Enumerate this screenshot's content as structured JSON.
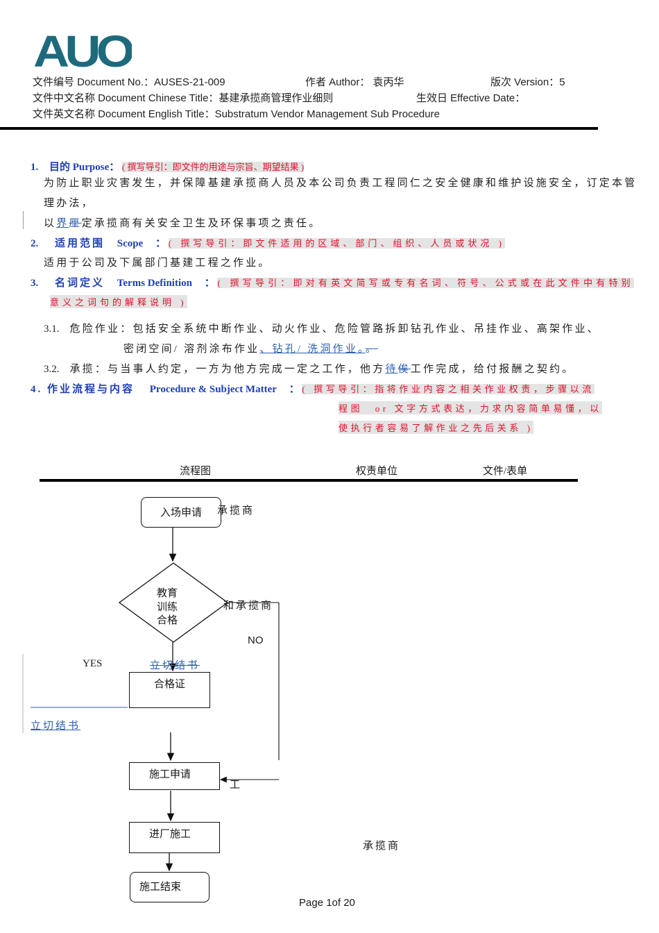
{
  "header": {
    "logo_text": "AUO",
    "doc_no": "文件编号 Document No.：AUSES-21-009",
    "author": "作者 Author： 袁丙华",
    "version": "版次 Version：5",
    "cn_title": "文件中文名称 Document Chinese Title：基建承揽商管理作业细则",
    "effective_date": "生效日 Effective Date：",
    "en_title": "文件英文名称 Document English Title：Substratum Vendor Management Sub Procedure"
  },
  "section1": {
    "num": "1.",
    "title": "目的 Purpose：",
    "hint": "( 撰写导引：即文件的用途与宗旨、期望结果 )",
    "line1": "为防止职业灾害发生，并保障基建承揽商人员及本公司负责工程同仁之安全健康和维护设施安全，订定本管",
    "line2": "理办法，",
    "line3_pre": "以",
    "line3_ins": "界",
    "line3_del": "厘",
    "line3_post": "定承揽商有关安全卫生及环保事项之责任。"
  },
  "section2": {
    "num": "2.",
    "title": "适用范围",
    "title_en": "Scope",
    "colon": "：",
    "hint": "( 撰写导引：即文件适用的区域、部门、组织、人员或状况 )",
    "body": "适用于公司及下属部门基建工程之作业。"
  },
  "section3": {
    "num": "3.",
    "title": "名词定义",
    "title_en": "Terms Definition",
    "colon": "：",
    "hint1": "( 撰写导引：即对有英文简写或专有名词、符号、公式或在此文件中有特别",
    "hint2": "意义之词句的解释说明 )",
    "d31_label": "3.1.",
    "d31_text": "危险作业：包括安全系统中断作业、动火作业、危险管路拆卸钻孔作业、吊挂作业、高架作业、",
    "d31_cont": "密闭空间/ 溶剂涂布作业",
    "d31_ins": "、钻孔/ 洗洞作业。",
    "d31_del": "。",
    "d32_label": "3.2.",
    "d32_pre": "承揽：与当事人约定，一方为他方完成一定之工作，他方",
    "d32_ins": "待",
    "d32_del": "俟",
    "d32_post": "工作完成，给付报酬之契约。"
  },
  "section4": {
    "title": "4. 作业流程与内容",
    "title_en": "Procedure & Subject Matter",
    "colon": "：",
    "hint1": "( 撰写导引：指将作业内容之相关作业权责，步骤以流",
    "hint2": "程图　or 文字方式表达，力求内容简单易懂，以",
    "hint3": "使执行者容易了解作业之先后关系 )"
  },
  "table_header": {
    "col_flow": "流程图",
    "col_resp": "权责单位",
    "col_doc": "文件/表单"
  },
  "flow": {
    "entry": "入场申请",
    "entry_side": "承揽商",
    "decision": [
      "教育",
      "训练",
      "合格"
    ],
    "decision_side": "和承揽商",
    "no_label": "NO",
    "yes_label": "YES",
    "deleted_above_cert": "立切结书",
    "cert": "合格证",
    "left_link": "立切结书",
    "apply": "施工申请",
    "apply_side": "工",
    "enter": "进厂施工",
    "enter_resp": "承揽商",
    "end": "施工结束"
  },
  "footer": {
    "page": "Page 1of 20"
  }
}
